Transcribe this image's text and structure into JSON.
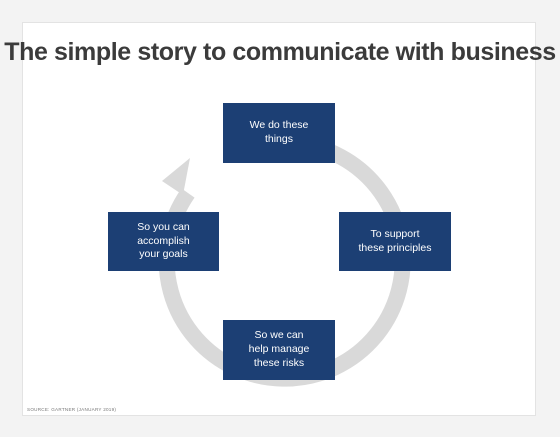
{
  "title": "The simple story to communicate with business",
  "nodes": {
    "top": "We do these\nthings",
    "right": "To support\nthese principles",
    "bottom": "So we can\nhelp manage\nthese risks",
    "left": "So you can\naccomplish\nyour goals"
  },
  "source": "SOURCE: GARTNER (JANUARY 2019)",
  "colors": {
    "node_fill": "#1c3f74",
    "cycle_arrow": "#d9d9d9",
    "title_text": "#3b3b3b"
  }
}
